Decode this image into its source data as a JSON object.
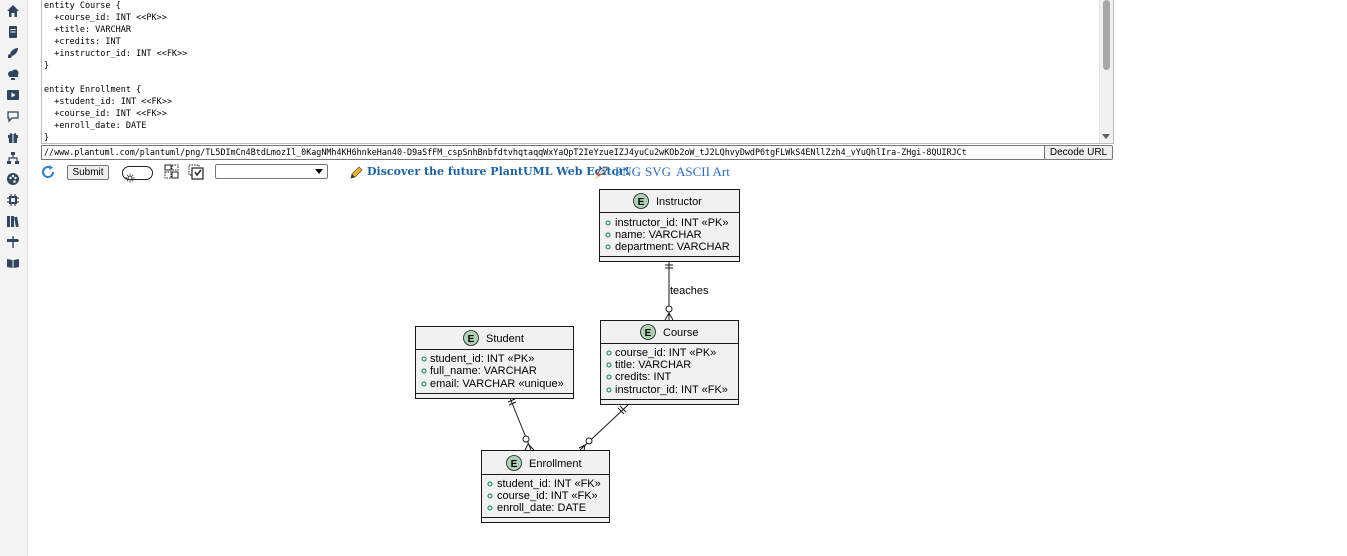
{
  "sidebar": {
    "icons": [
      "home-icon",
      "document-icon",
      "rocket-icon",
      "cloud-icon",
      "play-icon",
      "comment-icon",
      "gift-icon",
      "sitemap-icon",
      "palette-icon",
      "cpu-icon",
      "books-icon",
      "signpost-icon",
      "book-open-icon"
    ]
  },
  "editor": {
    "text": "entity Course {\n  +course_id: INT <<PK>>\n  +title: VARCHAR\n  +credits: INT\n  +instructor_id: INT <<FK>>\n}\n\nentity Enrollment {\n  +student_id: INT <<FK>>\n  +course_id: INT <<FK>>\n  +enroll_date: DATE\n}"
  },
  "url_bar": {
    "value": "//www.plantuml.com/plantuml/png/TL5DImCn4BtdLmozIl_0KagNMh4KH6hnkeHan40-D9aSfFM_cspSnhBnbfdtvhqtaqqWxYaQpT2IeYzueIZJ4yuCu2wKOb2oW_tJ2LQhvyDwdP6tgFLWkS4ENllZzh4_vYuQhlIra-ZHgi-8QUIRJCt",
    "decode_label": "Decode URL"
  },
  "toolbar": {
    "submit_label": "Submit",
    "discover_label": "Discover the future PlantUML Web Editor!",
    "png_label": "PNG",
    "svg_label": "SVG",
    "ascii_label": "ASCII Art"
  },
  "diagram": {
    "entity_marker": "E",
    "relation_label": "teaches",
    "entities": {
      "instructor": {
        "name": "Instructor",
        "fields": [
          "instructor_id: INT «PK»",
          "name: VARCHAR",
          "department: VARCHAR"
        ]
      },
      "student": {
        "name": "Student",
        "fields": [
          "student_id: INT «PK»",
          "full_name: VARCHAR",
          "email: VARCHAR «unique»"
        ]
      },
      "course": {
        "name": "Course",
        "fields": [
          "course_id: INT «PK»",
          "title: VARCHAR",
          "credits: INT",
          "instructor_id: INT «FK»"
        ]
      },
      "enrollment": {
        "name": "Enrollment",
        "fields": [
          "student_id: INT «FK»",
          "course_id: INT «FK»",
          "enroll_date: DATE"
        ]
      }
    },
    "colors": {
      "entity_fill": "#f1f1f1",
      "entity_border": "#181818",
      "marker_fill": "#add1b2"
    }
  }
}
